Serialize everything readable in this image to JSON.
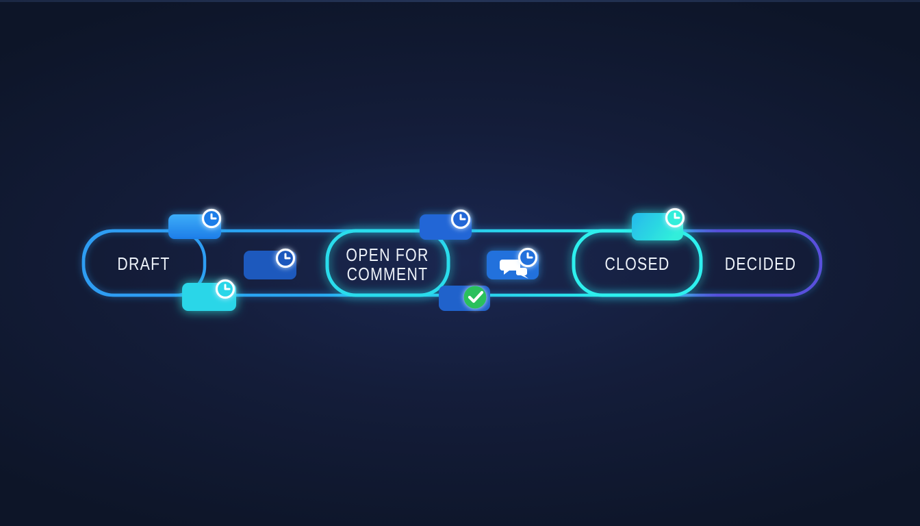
{
  "diagram": {
    "type": "workflow-timeline",
    "stages": [
      {
        "id": "draft",
        "label": "DRAFT",
        "border_color": "#2e9df3"
      },
      {
        "id": "open-for-comment",
        "label_line1": "OPEN FOR",
        "label_line2": "COMMENT",
        "border_color": "#2bdcec"
      },
      {
        "id": "closed",
        "label": "CLOSED",
        "border_color": "#2df0ee"
      },
      {
        "id": "decided",
        "label": "DECIDED",
        "border_color": "#5a50dc"
      }
    ],
    "badges": [
      {
        "id": "draft-top-timestamp",
        "icon": "clock-icon",
        "fill_start": "#3dadf8",
        "fill_end": "#1d7de8"
      },
      {
        "id": "draft-bottom-timestamp",
        "icon": "clock-icon",
        "fill": "#29d6e8"
      },
      {
        "id": "draft-to-open-timestamp",
        "icon": "clock-icon",
        "fill": "#1d59bd"
      },
      {
        "id": "open-top-timestamp",
        "icon": "clock-icon",
        "fill": "#2266d6"
      },
      {
        "id": "comment-discussion",
        "icon": "chat-icon",
        "overlay_icon": "clock-icon",
        "fill": "#2271dc"
      },
      {
        "id": "comment-approved",
        "icon": "check-icon",
        "fill": "#2062cb",
        "check_color": "#2cc05c"
      },
      {
        "id": "closed-timestamp",
        "icon": "clock-icon",
        "fill_start": "#26b9ec",
        "fill_end": "#30eedb"
      }
    ],
    "colors": {
      "background": "#0e1628",
      "track_gradient": [
        "#2e9df3",
        "#2bdcec",
        "#2df0ee",
        "#5a50dc"
      ],
      "icon_color": "#ffffff",
      "label_color": "#eef3fa"
    }
  }
}
